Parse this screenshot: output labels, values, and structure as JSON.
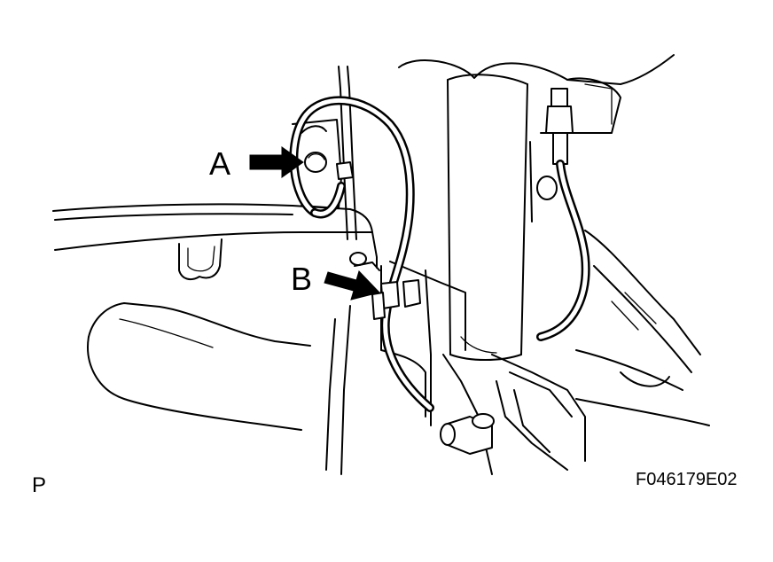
{
  "callouts": {
    "a": {
      "label": "A"
    },
    "b": {
      "label": "B"
    }
  },
  "view_code": "P",
  "figure_id": "F046179E02"
}
